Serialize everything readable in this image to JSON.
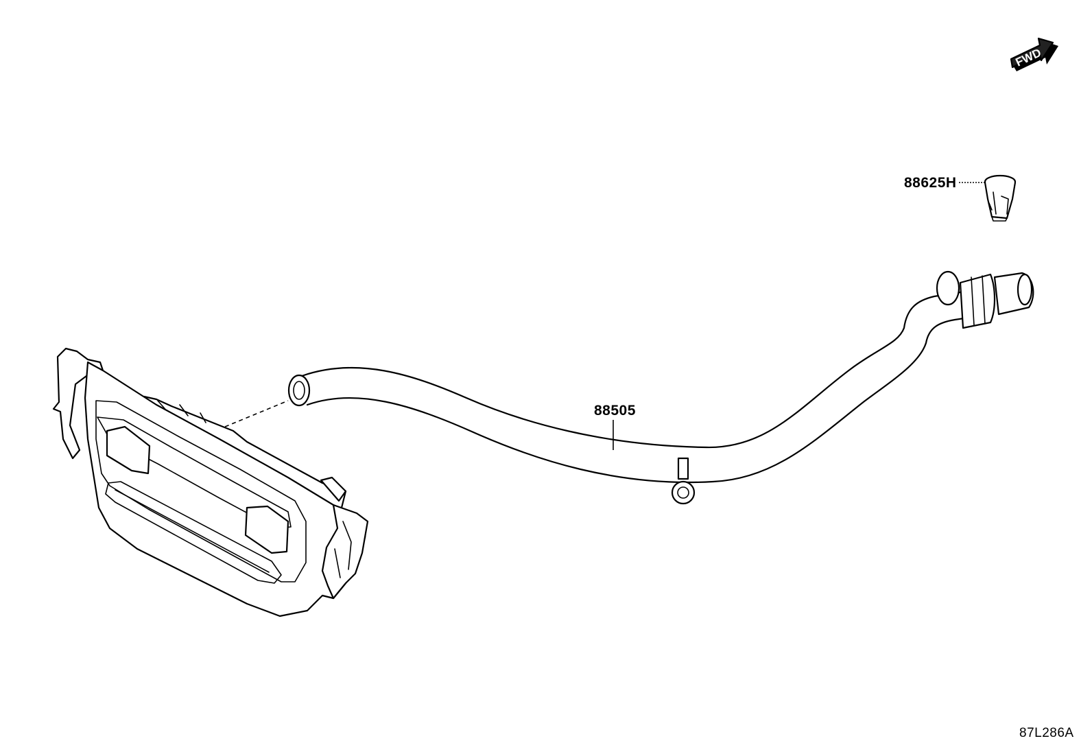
{
  "parts": {
    "hose_number": "88505",
    "clip_number": "88625H"
  },
  "direction_label": "FWD",
  "drawing_code": "87L286A"
}
